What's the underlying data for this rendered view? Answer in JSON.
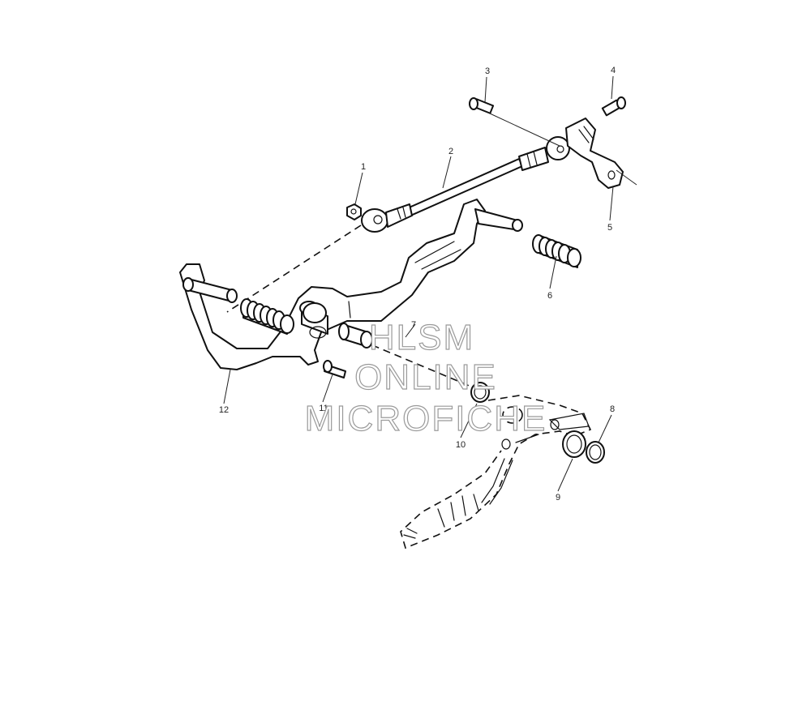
{
  "callouts": {
    "c1": "1",
    "c2": "2",
    "c3": "3",
    "c4": "4",
    "c5": "5",
    "c6": "6",
    "c7": "7",
    "c8": "8",
    "c9": "9",
    "c10": "10",
    "c11": "11",
    "c12": "12"
  },
  "watermark": {
    "line1": "HLSM",
    "line2": "ONLINE",
    "line3": "MICROFICHE"
  }
}
